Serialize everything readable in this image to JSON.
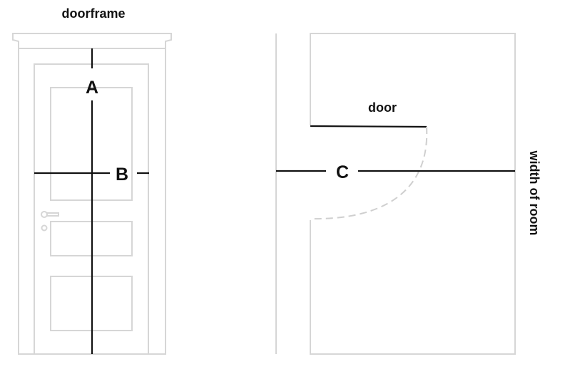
{
  "labels": {
    "doorframe": "doorframe",
    "a": "A",
    "b": "B",
    "c": "C",
    "door": "door",
    "width_of_room": "width of room"
  },
  "colors": {
    "outline": "#d6d6d6",
    "measure_line": "#111111",
    "swing_arc": "#cfcfcf",
    "text": "#111111"
  }
}
